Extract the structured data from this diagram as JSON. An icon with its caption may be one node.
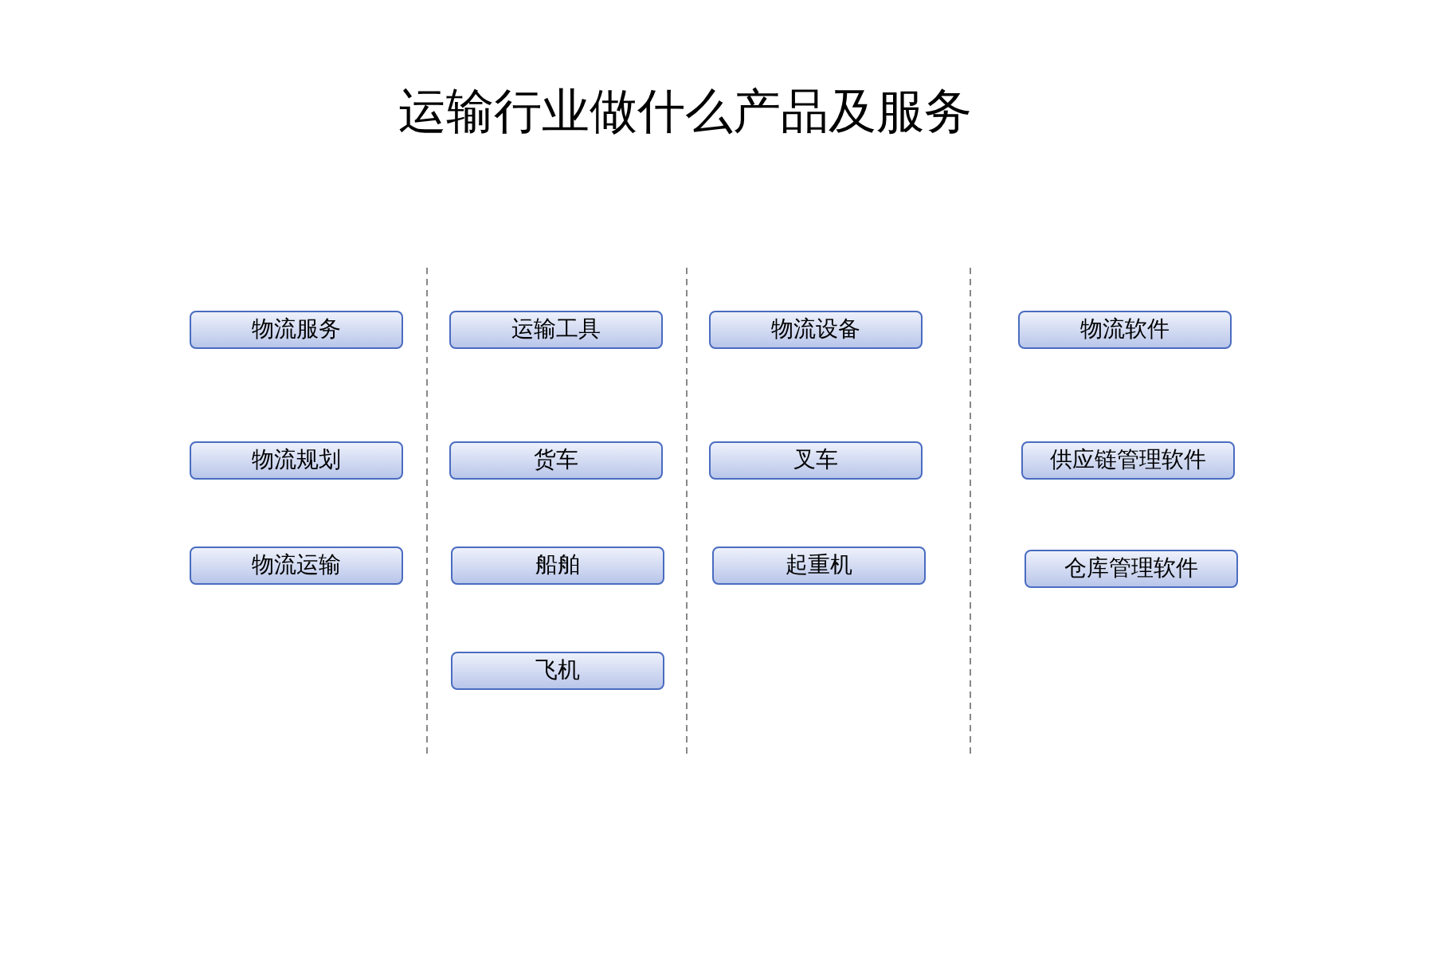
{
  "diagram": {
    "title": "运输行业做什么产品及服务",
    "nodes": [
      {
        "text": [
          "物流服务"
        ]
      },
      {
        "text": [
          "运输工具"
        ]
      },
      {
        "text": [
          "物流设备"
        ]
      },
      {
        "text": [
          "物流软件"
        ]
      },
      {
        "text": [
          "物流规划"
        ]
      },
      {
        "text": [
          "货车"
        ]
      },
      {
        "text": [
          "叉车"
        ]
      },
      {
        "text": [
          "供应链管理软件"
        ]
      },
      {
        "text": [
          "物流运输"
        ]
      },
      {
        "text": [
          "船舶"
        ]
      },
      {
        "text": [
          "起重机"
        ]
      },
      {
        "text": [
          "仓库管理软件"
        ]
      },
      {
        "text": [
          "飞机"
        ]
      }
    ]
  }
}
